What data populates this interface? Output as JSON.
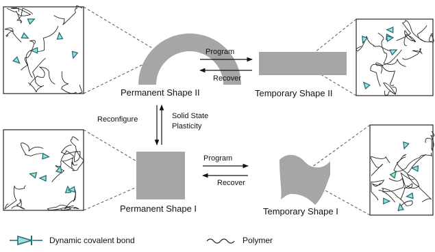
{
  "shapes": {
    "permanent_2": "Permanent Shape II",
    "temporary_2": "Temporary Shape II",
    "permanent_1": "Permanent Shape I",
    "temporary_1": "Temporary Shape I"
  },
  "transitions": {
    "top_forward": "Program",
    "top_back": "Recover",
    "bottom_forward": "Program",
    "bottom_back": "Recover",
    "reconfigure": "Reconfigure",
    "plasticity_line1": "Solid State",
    "plasticity_line2": "Plasticity"
  },
  "legend": {
    "bond_label": "Dynamic covalent bond",
    "polymer_label": "Polymer",
    "bond_icon": "dynamic-bond-icon",
    "polymer_icon": "polymer-wave-icon"
  },
  "colors": {
    "shape_fill": "#a6a6a6",
    "bond_outline": "#1f6f74",
    "bond_fill": "#9fe0dd",
    "line": "#222222"
  }
}
